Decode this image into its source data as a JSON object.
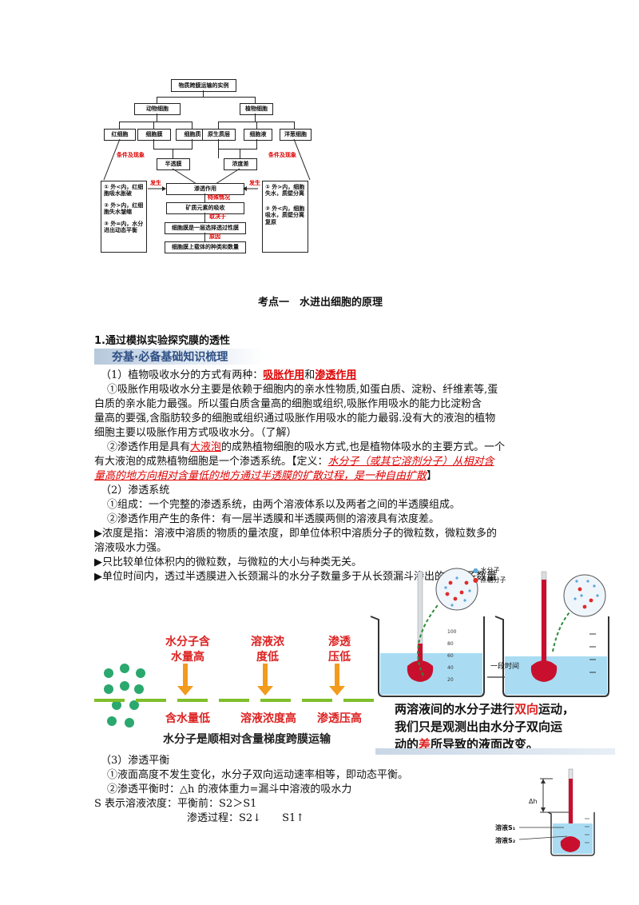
{
  "flowchart": {
    "root": "物质跨膜运输的实例",
    "animal": "动物细胞",
    "plant": "植物细胞",
    "animal_children": [
      "红细胞",
      "细胞膜",
      "细胞质"
    ],
    "plant_children": [
      "原生质层",
      "细胞液",
      "洋葱细胞"
    ],
    "cond_left": "条件及现象",
    "cond_right": "条件及现象",
    "semipermeable": "半透膜",
    "concentration": "浓度差",
    "osmosis": "渗透作用",
    "occur_left": "发生",
    "occur_right": "发生",
    "special": "特殊情况",
    "mineral": "矿质元素的吸收",
    "depends": "取决于",
    "selective": "细胞膜是一层选择透过性膜",
    "reason": "原因",
    "carrier": "细胞膜上载体的种类和数量",
    "left_box": [
      "① 外<内，红细胞吸水胀破",
      "② 外>内，红细胞失水皱缩",
      "③ 外=内，水分进出动态平衡"
    ],
    "right_box": [
      "① 外>内，细胞失水，质壁分离",
      "② 外<内，细胞吸水，质壁分离复原"
    ]
  },
  "section_title": "考点一　水进出细胞的原理",
  "subsection_title": "1.通过模拟实验探究膜的透性",
  "banner": "夯基·必备基础知识梳理",
  "lines": {
    "l1a": "（1）植物吸收水分的方式有两种：",
    "l1b": "吸胀作用",
    "l1c": "和",
    "l1d": "渗透作用",
    "l2": "①吸胀作用吸收水分主要是依赖于细胞内的亲水性物质,如蛋白质、淀粉、纤维素等,蛋",
    "l3": "白质的亲水能力最强。所以蛋白质含量高的细胞或组织,吸胀作用吸水的能力比淀粉含",
    "l4": "量高的要强,含脂肪较多的细胞或组织通过吸胀作用吸水的能力最弱.没有大的液泡的植物",
    "l5": "细胞主要以吸胀作用方式吸收水分。（了解）",
    "l6a": "②渗透作用是具有",
    "l6b": "大液泡",
    "l6c": "的成熟植物细胞的吸水方式,也是植物体吸水的主要方式。一个",
    "l7a": "有大液泡的成熟植物细胞是一个渗透系统。【定义：",
    "l7b": "水分子（或其它溶剂分子）从相对含",
    "l8a": "量高的地方向相对含量低的地方通过半透膜的扩散过程，是一种自由扩散",
    "l8b": "】",
    "l9": "（2）渗透系统",
    "l10": "①组成：一个完整的渗透系统，由两个溶液体系以及两者之间的半透膜组成。",
    "l11": "②渗透作用产生的条件：有一层半透膜和半透膜两侧的溶液具有浓度差。",
    "l12": "▶浓度是指：溶液中溶质的物质的量浓度，即单位体积中溶质分子的微粒数，微粒数多的",
    "l13": "溶液吸水力强。",
    "l14": "▶只比较单位体积内的微粒数，与微粒的大小与种类无关。",
    "l15": "▶单位时间内，透过半透膜进入长颈漏斗的水分子数量多于从长颈漏斗渗出的水分子数量"
  },
  "figure": {
    "top_labels": [
      "水分子含\n水量高",
      "溶液浓\n度低",
      "渗透\n压低"
    ],
    "bottom_labels": [
      "含水量低",
      "溶液浓度高",
      "渗透压高"
    ],
    "caption_left": "水分子是顺相对含量梯度跨膜运输",
    "legend_water": "水分子",
    "legend_sugar": "蔗糖分子",
    "arrow_label": "一段时间",
    "caption_right_1a": "两溶液间的水分子进行",
    "caption_right_1b": "双向",
    "caption_right_1c": "运动，",
    "caption_right_2": "我们只是观测出由水分子双向运",
    "caption_right_3a": "动的",
    "caption_right_3b": "差",
    "caption_right_3c": "所导致的液面改变。",
    "scale_ticks": [
      "100",
      "80",
      "60",
      "40",
      "20"
    ]
  },
  "equilibrium": {
    "l1": "（3）渗透平衡",
    "l2": "①液面高度不发生变化，水分子双向运动速率相等，即动态平衡。",
    "l3": "②渗透平衡时：△h 的液体重力=漏斗中溶液的吸水力",
    "l4": "S 表示溶液浓度：平衡前：S2＞S1",
    "l5": "渗透过程：S2↓　　S1↑",
    "dh": "Δh",
    "s1": "溶液S₁",
    "s2": "溶液S₂"
  }
}
